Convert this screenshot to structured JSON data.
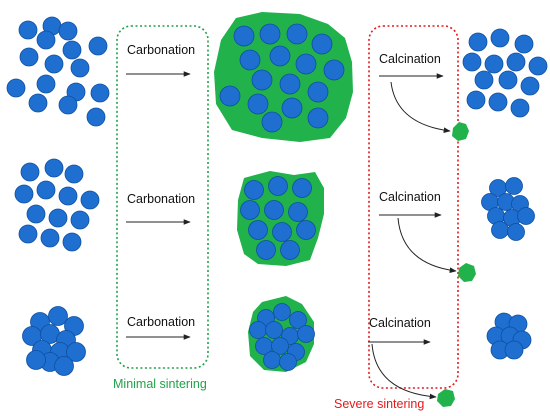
{
  "process_labels": {
    "carbonation": "Carbonation",
    "calcination": "Calcination"
  },
  "captions": {
    "minimal": "Minimal sintering",
    "severe": "Severe sintering"
  },
  "colors": {
    "particle": "#1f6fd1",
    "particle_stroke": "#0f4fa0",
    "carbonate": "#21b24c",
    "minimal_box": "#21a14a",
    "severe_box": "#e31a1c",
    "arrow": "#222222"
  }
}
